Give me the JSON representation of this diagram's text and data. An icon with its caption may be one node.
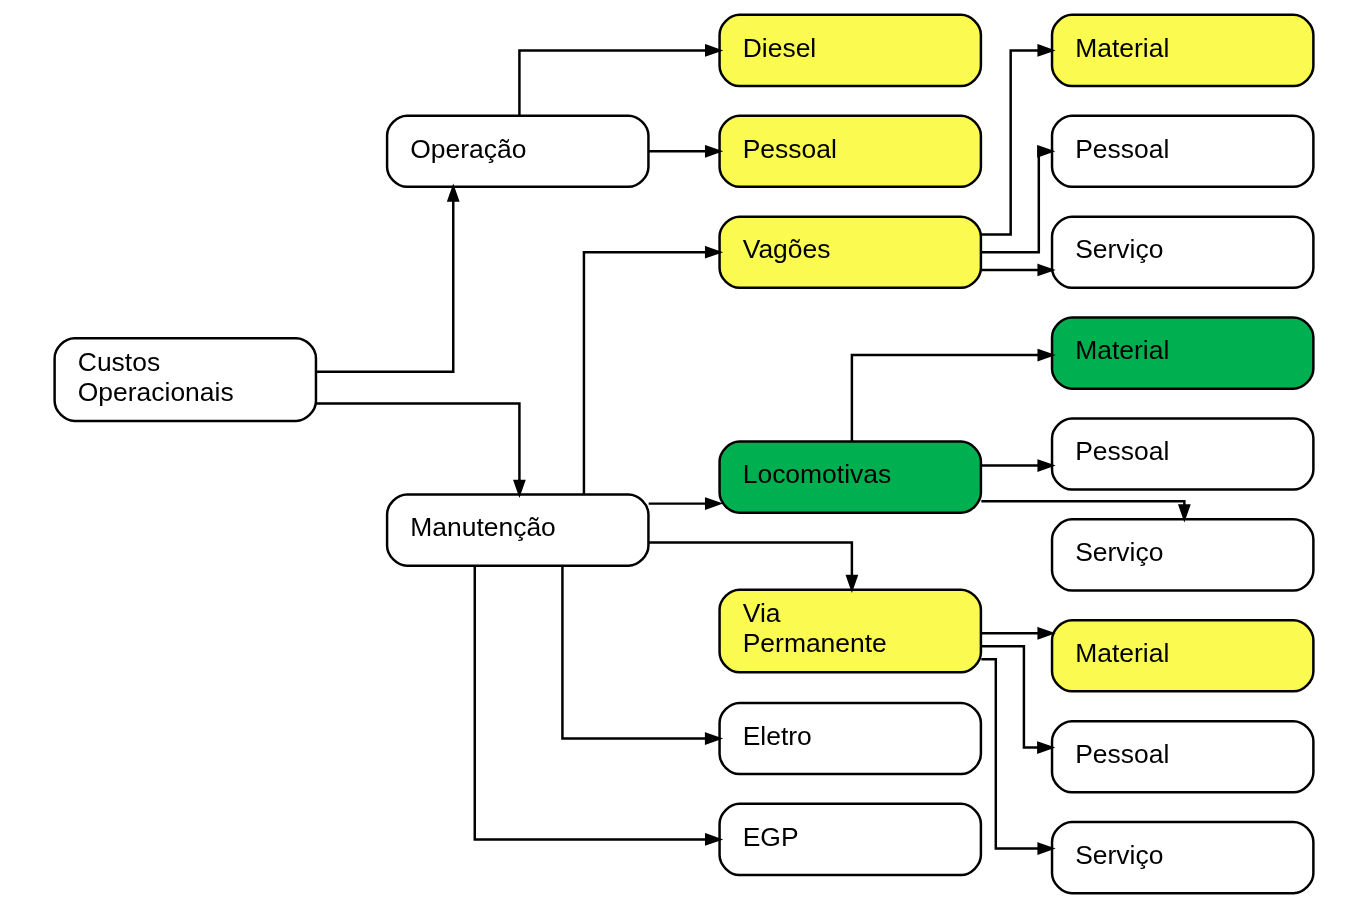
{
  "diagram": {
    "nodes": [
      {
        "text": [
          "Custos Operacionais"
        ]
      },
      {
        "text": [
          "Operação"
        ]
      },
      {
        "text": [
          "Manutenção"
        ]
      },
      {
        "text": [
          "Diesel"
        ]
      },
      {
        "text": [
          "Pessoal"
        ]
      },
      {
        "text": [
          "Vagões"
        ]
      },
      {
        "text": [
          "Locomotivas"
        ]
      },
      {
        "text": [
          "Via Permanente"
        ]
      },
      {
        "text": [
          "Eletro"
        ]
      },
      {
        "text": [
          "EGP"
        ]
      },
      {
        "text": [
          "Material"
        ]
      },
      {
        "text": [
          "Pessoal"
        ]
      },
      {
        "text": [
          "Serviço"
        ]
      },
      {
        "text": [
          "Material"
        ]
      },
      {
        "text": [
          "Pessoal"
        ]
      },
      {
        "text": [
          "Serviço"
        ]
      },
      {
        "text": [
          "Material"
        ]
      },
      {
        "text": [
          "Pessoal"
        ]
      },
      {
        "text": [
          "Serviço"
        ]
      }
    ],
    "edges": [
      {
        "from": 0,
        "to": 1,
        "arrow": "to"
      },
      {
        "from": 0,
        "to": 2,
        "arrow": "to"
      },
      {
        "from": 1,
        "to": 3,
        "arrow": "to"
      },
      {
        "from": 1,
        "to": 4,
        "arrow": "to"
      },
      {
        "from": 2,
        "to": 5,
        "arrow": "to"
      },
      {
        "from": 2,
        "to": 6,
        "arrow": "to"
      },
      {
        "from": 2,
        "to": 7,
        "arrow": "to"
      },
      {
        "from": 2,
        "to": 8,
        "arrow": "to"
      },
      {
        "from": 2,
        "to": 9,
        "arrow": "to"
      },
      {
        "from": 5,
        "to": 10,
        "arrow": "to"
      },
      {
        "from": 5,
        "to": 11,
        "arrow": "to"
      },
      {
        "from": 5,
        "to": 12,
        "arrow": "to"
      },
      {
        "from": 6,
        "to": 13,
        "arrow": "to"
      },
      {
        "from": 6,
        "to": 14,
        "arrow": "to"
      },
      {
        "from": 6,
        "to": 15,
        "arrow": "to"
      },
      {
        "from": 7,
        "to": 16,
        "arrow": "to"
      },
      {
        "from": 7,
        "to": 17,
        "arrow": "to"
      },
      {
        "from": 7,
        "to": 18,
        "arrow": "to"
      }
    ]
  }
}
